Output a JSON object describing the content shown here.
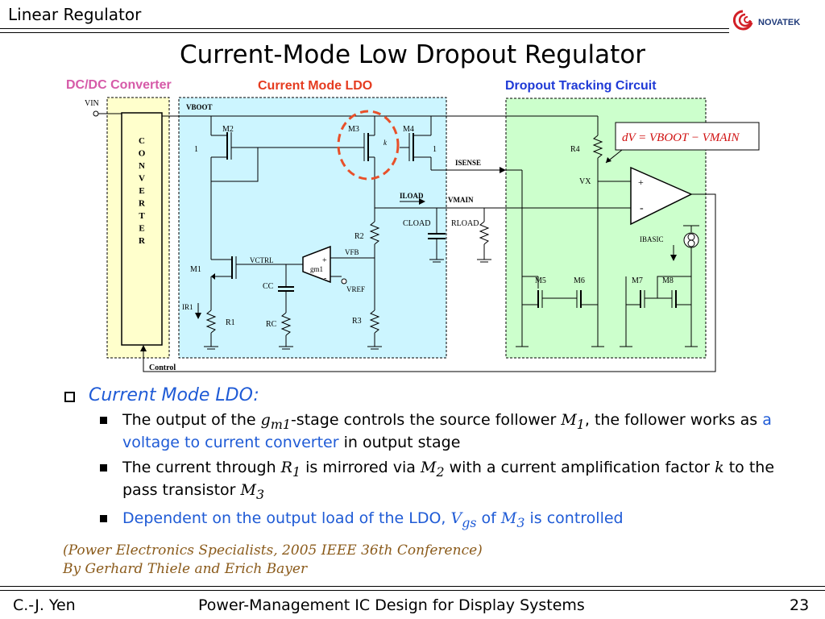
{
  "header": {
    "section": "Linear Regulator",
    "logo_text": "NOVATEK"
  },
  "slide": {
    "title": "Current-Mode Low Dropout Regulator"
  },
  "diagram": {
    "block_dcdc": "DC/DC Converter",
    "block_ldo": "Current Mode LDO",
    "block_dropout": "Dropout Tracking Circuit",
    "converter_letters": [
      "C",
      "O",
      "N",
      "V",
      "E",
      "R",
      "T",
      "E",
      "R"
    ],
    "labels": {
      "vin": "VIN",
      "vboot": "VBOOT",
      "m2": "M2",
      "m3": "M3",
      "m4": "M4",
      "m1": "M1",
      "m5": "M5",
      "m6": "M6",
      "m7": "M7",
      "m8": "M8",
      "k": "k",
      "one_left": "1",
      "one_right": "1",
      "isense": "ISENSE",
      "iload": "ILOAD",
      "vmain": "VMAIN",
      "cload": "CLOAD",
      "rload": "RLOAD",
      "r1": "R1",
      "r2": "R2",
      "r3": "R3",
      "r4": "R4",
      "rc": "RC",
      "cc": "CC",
      "vctrl": "VCTRL",
      "vfb": "VFB",
      "vref": "VREF",
      "gm1": "gm1",
      "ir1": "IR1",
      "vx": "VX",
      "ibasic": "IBASIC",
      "control": "Control",
      "plus": "+",
      "minus": "-",
      "formula": "dV = VBOOT − VMAIN"
    }
  },
  "bullets": {
    "heading": "Current Mode LDO:",
    "items": [
      "The output of the gm1-stage controls the source follower M1, the follower works as a voltage to current converter in output stage",
      "The current through R1 is mirrored via M2 with a current amplification factor k to the pass transistor M3",
      "Dependent on the output load of the LDO, Vgs of M3 is controlled"
    ]
  },
  "reference": {
    "line1": "(Power Electronics Specialists, 2005 IEEE 36th Conference)",
    "line2": "By Gerhard Thiele and Erich Bayer"
  },
  "footer": {
    "author": "C.-J. Yen",
    "course": "Power-Management IC Design for Display Systems",
    "page": "23"
  },
  "colors": {
    "dcdc_fill": "#ffffcc",
    "ldo_fill": "#ccf5ff",
    "dropout_fill": "#ccffcc",
    "highlight": "#e8502a",
    "blue": "#1f5bd6"
  }
}
